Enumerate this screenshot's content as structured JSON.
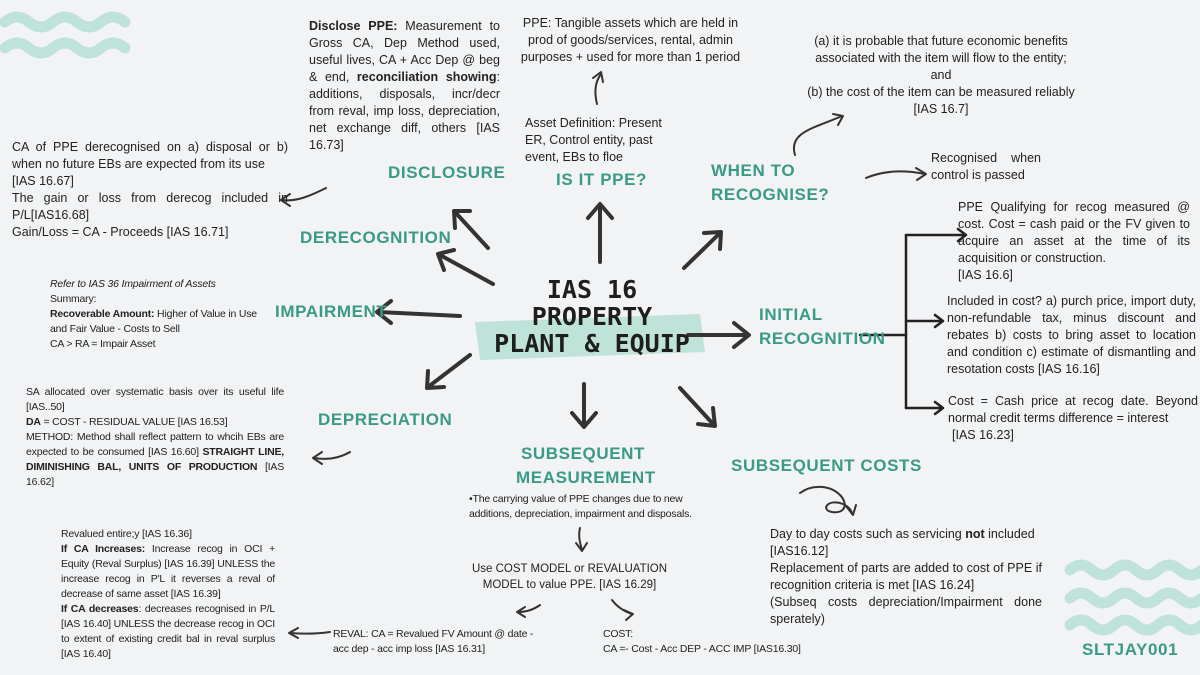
{
  "center": {
    "line1": "IAS 16",
    "line2": "PROPERTY",
    "line3": "PLANT & EQUIP"
  },
  "headings": {
    "disclosure": "DISCLOSURE",
    "is_it_ppe": "IS IT PPE?",
    "when_to_recognise": [
      "WHEN TO",
      "RECOGNISE?"
    ],
    "derecognition": "DERECOGNITION",
    "impairment": "IMPAIRMENT",
    "initial_recognition": [
      "INITIAL",
      "RECOGNITION"
    ],
    "depreciation": "DEPRECIATION",
    "subsequent_measurement": [
      "SUBSEQUENT",
      "MEASUREMENT"
    ],
    "subsequent_costs": "SUBSEQUENT COSTS"
  },
  "disclosure": {
    "bold1": "Disclose PPE:",
    "text1": " Measurement to Gross CA, Dep Method used, useful lives, CA + Acc Dep @ beg & end, ",
    "bold2": "reconciliation showing",
    "text2": ": additions, disposals, incr/decr from reval, imp loss, depreciation, net exchange diff, others [IAS 16.73]"
  },
  "ppe_definition": "PPE: Tangible assets which are held in prod of goods/services, rental, admin purposes + used for more than 1 period",
  "asset_definition": "Asset Definition: Present ER, Control entity, past event, EBs to floe",
  "recognition_criteria": {
    "line1": "(a) it is probable that future economic benefits",
    "line2": "associated with the item will flow to the entity;",
    "line3": "and",
    "line4": "(b) the cost of the item can be measured reliably",
    "line5": "[IAS 16.7]"
  },
  "recognised_control": "Recognised when control is passed",
  "derecognition": {
    "text1": "CA of PPE derecognised on a) disposal or b) when no future EBs are expected from its use",
    "ref1": "[IAS 16.67]",
    "text2": "The gain or loss from derecog included in P/L[IAS16.68]",
    "text3": "Gain/Loss = CA - Proceeds [IAS 16.71]"
  },
  "impairment": {
    "refer": "Refer to IAS 36  Impairment of Assets",
    "summary": "Summary:",
    "bold": "Recoverable Amount:",
    "text": " Higher of Value in Use and Fair Value - Costs to Sell",
    "rule": "CA > RA = Impair Asset"
  },
  "depreciation": {
    "text1": "SA allocated over systematic basis over its useful life [IAS..50]",
    "bold_da": "DA",
    "text2": " = COST - RESIDUAL VALUE [IAS 16.53]",
    "text3": "METHOD: Method shall reflect pattern to whcih EBs are expected to be consumed [IAS 16.60] ",
    "bold_methods": "STRAIGHT LINE, DIMINISHING BAL, UNITS OF PRODUCTION",
    "ref_methods": " [IAS 16.62]"
  },
  "initial_recognition": {
    "item1": "PPE Qualifying for recog measured @ cost. Cost = cash paid or the FV  given to acquire an asset at the time of its acquisition or construction.",
    "item1_ref": "[IAS 16.6]",
    "item2": "Included in cost? a) purch price, import duty, non-refundable tax, minus discount and rebates b) costs to bring asset to location and condition c) estimate of dismantling and resotation costs [IAS 16.16]",
    "item3": "Cost = Cash price at recog date. Beyond normal credit terms difference = interest",
    "item3_ref": "[IAS 16.23]"
  },
  "subsequent_measurement": {
    "bullet": "•The carrying value of PPE changes due to new additions, depreciation, impairment and disposals.",
    "models": "Use COST MODEL or REVALUATION MODEL to value PPE. [IAS 16.29]",
    "reval": "REVAL: CA = Revalued FV Amount @ date - acc dep - acc imp loss [IAS 16.31]",
    "cost_label": "COST:",
    "cost_formula": "CA =- Cost - Acc DEP - ACC IMP [IAS16.30]"
  },
  "revaluation": {
    "line1": "Revalued entire;y [IAS 16.36]",
    "bold_if1": "If  CA Increases:",
    "text_if1": " Increase recog in OCI + Equity (Reval Surplus) [IAS 16.39] UNLESS the increase recog in P'L it reverses a reval of decrease of same asset [IAS 16.39]",
    "bold_if2": "If CA decreases",
    "text_if2": ": decreases recognised in P/L [IAS 16.40] UNLESS the decrease recog in OCI to extent of  existing credit bal in reval surplus [IAS 16.40]"
  },
  "subsequent_costs": {
    "text1": "Day to day costs such as servicing ",
    "bold_not": "not",
    "text1b": " included",
    "ref1": "[IAS16.12]",
    "text2": "Replacement of parts are added to cost of PPE if recognition criteria is met [IAS 16.24]",
    "text3": "(Subseq costs depreciation/Impairment done sperately)"
  },
  "author_tag": "SLTJAY001",
  "colors": {
    "accent": "#3a9a86",
    "wave": "#bfe3d8",
    "background": "#f2f3f4",
    "arrow": "#333333"
  }
}
